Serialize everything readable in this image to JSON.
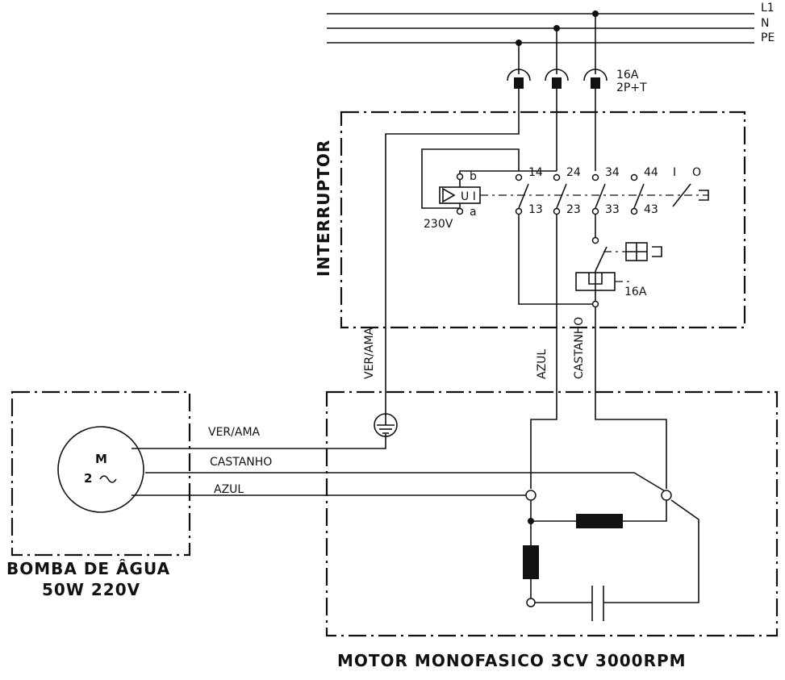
{
  "supply": {
    "l1": "L1",
    "n": "N",
    "pe": "PE"
  },
  "breaker": {
    "rating": "16A",
    "type": "2P+T"
  },
  "switch": {
    "title": "INTERRUPTOR",
    "coil_voltage": "230V",
    "coil_label": "U I",
    "coil_b": "b",
    "coil_a": "a",
    "contacts_top": [
      "14",
      "24",
      "34",
      "44"
    ],
    "contacts_bottom": [
      "13",
      "23",
      "33",
      "43"
    ],
    "switch_on": "I",
    "switch_off": "O",
    "thermal_rating": "16A"
  },
  "cables": {
    "ver_ama": "VER/AMA",
    "azul": "AZUL",
    "castanho": "CASTANHO"
  },
  "pump": {
    "motor_letter": "M",
    "motor_phase": "2",
    "title_line1": "BOMBA DE ÂGUA",
    "title_line2": "50W 220V"
  },
  "motor_title": "MOTOR MONOFASICO 3CV 3000RPM"
}
